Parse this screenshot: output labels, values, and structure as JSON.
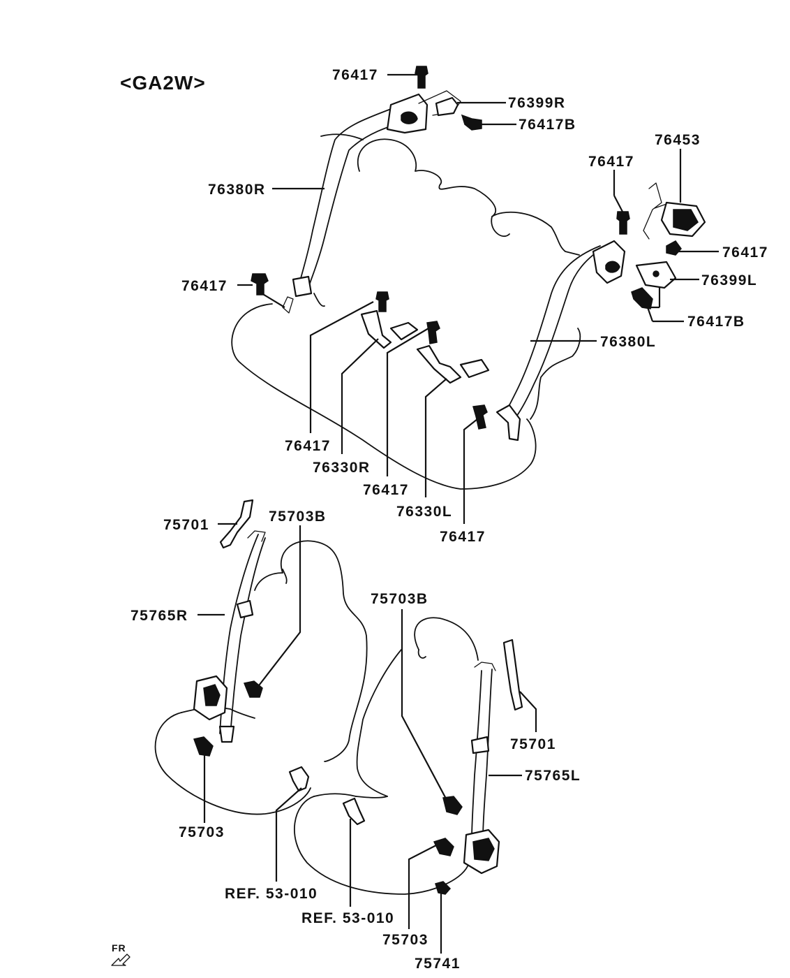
{
  "title": "<GA2W>",
  "orientation": "FR",
  "labels": {
    "p76417_top": "76417",
    "p76399R": "76399R",
    "p76417B_top": "76417B",
    "p76453": "76453",
    "p76417_rq": "76417",
    "p76380R": "76380R",
    "p76417_r2": "76417",
    "p76417_left": "76417",
    "p76399L": "76399L",
    "p76417B_right": "76417B",
    "p76380L": "76380L",
    "p76417_b1": "76417",
    "p76330R": "76330R",
    "p76417_b2": "76417",
    "p76330L": "76330L",
    "p76417_b3": "76417",
    "p75701_l": "75701",
    "p75703B_l": "75703B",
    "p75765R": "75765R",
    "p75703B_r": "75703B",
    "p75701_r": "75701",
    "p75765L": "75765L",
    "p75703_l": "75703",
    "ref1": "REF. 53-010",
    "ref2": "REF. 53-010",
    "p75703_r": "75703",
    "p75741": "75741"
  }
}
